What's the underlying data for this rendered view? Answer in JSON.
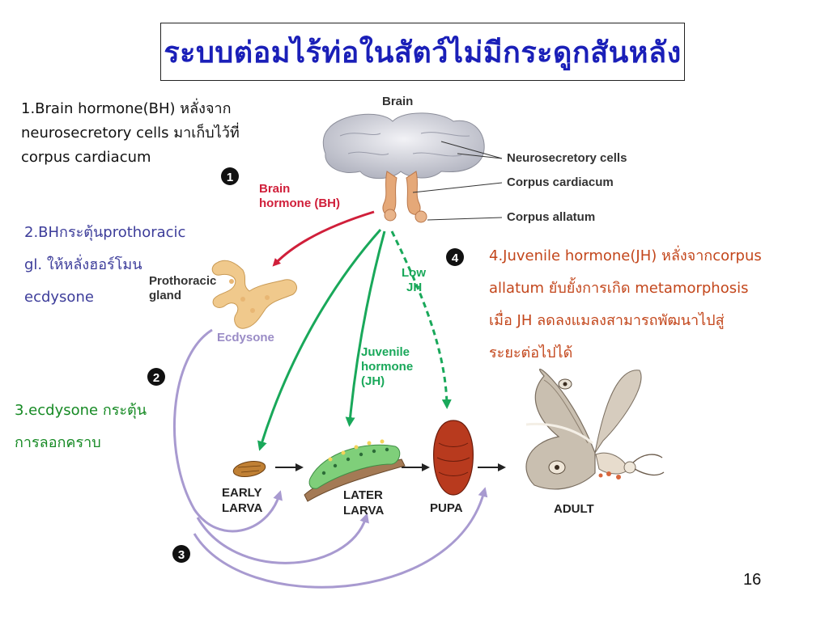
{
  "slide": {
    "title": "ระบบต่อมไร้ท่อในสัตว์ไม่มีกระดูกสันหลัง",
    "page_number": "16"
  },
  "notes": {
    "note1": [
      "1.Brain hormone(BH) หลั่งจาก",
      "neurosecretory cells มาเก็บไว้ที่",
      "corpus cardiacum"
    ],
    "note2": [
      "2.BHกระตุ้นprothoracic",
      "gl. ให้หลั่งฮอร์โมน",
      "ecdysone"
    ],
    "note3": [
      "3.ecdysone กระตุ้น",
      "การลอกคราบ"
    ],
    "note4": [
      "4.Juvenile hormone(JH) หลั่งจากcorpus",
      "allatum ยับยั้งการเกิด metamorphosis",
      "เมื่อ JH ลดลงแมลงสามารถพัฒนาไปสู่",
      "ระยะต่อไปได้"
    ]
  },
  "diagram": {
    "brain_label": "Brain",
    "neurosecretory_label": "Neurosecretory cells",
    "corpus_cardiacum_label": "Corpus cardiacum",
    "corpus_allatum_label": "Corpus allatum",
    "bh_label": [
      "Brain",
      "hormone (BH)"
    ],
    "prothoracic_label": [
      "Prothoracic",
      "gland"
    ],
    "ecdysone_label": "Ecdysone",
    "low_jh_label": [
      "Low",
      "JH"
    ],
    "jh_label": [
      "Juvenile",
      "hormone",
      "(JH)"
    ],
    "stages": {
      "early": [
        "EARLY",
        "LARVA"
      ],
      "later": [
        "LATER",
        "LARVA"
      ],
      "pupa": "PUPA",
      "adult": "ADULT"
    },
    "step_numbers": [
      "1",
      "2",
      "3",
      "4"
    ]
  },
  "colors": {
    "title": "#1a1fb8",
    "bh_arrow": "#d01f3a",
    "jh_arrow": "#19a85a",
    "ecdysone_arrow": "#a89ad0",
    "note2": "#3d3d9a",
    "note3": "#168a24",
    "note4": "#c3461b"
  }
}
